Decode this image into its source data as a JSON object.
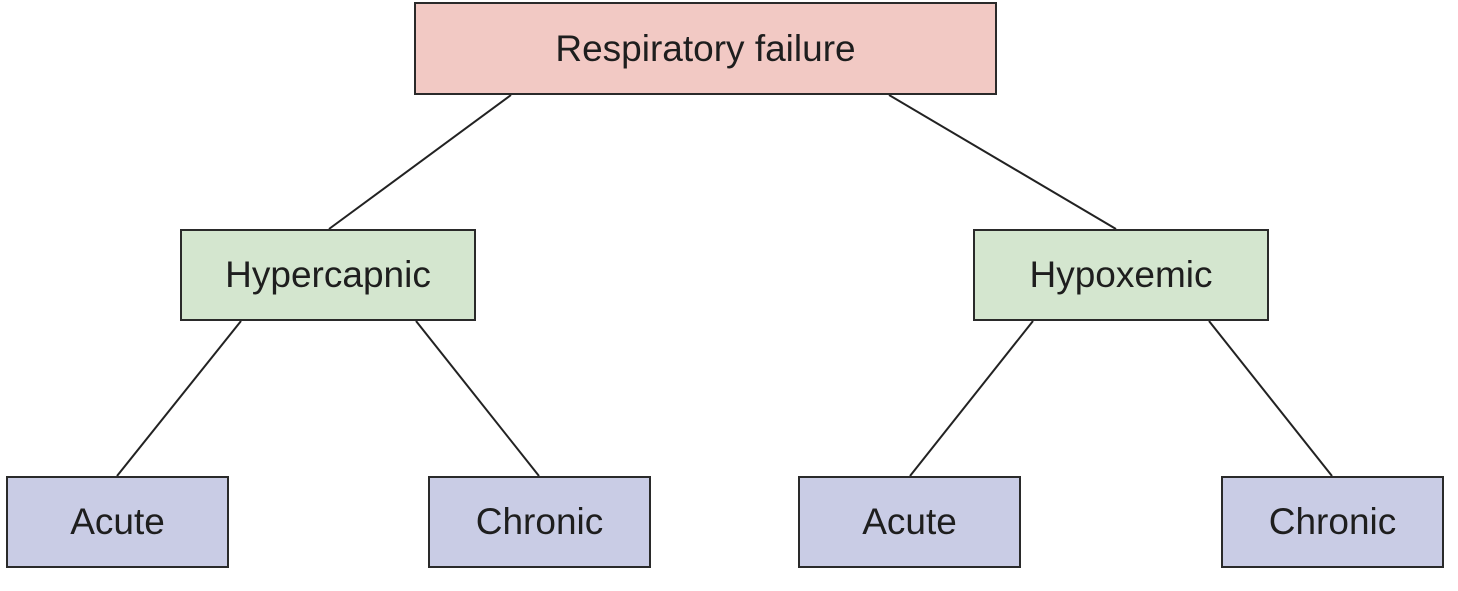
{
  "colors": {
    "root_fill": "#f2c9c4",
    "mid_fill": "#d4e6cf",
    "leaf_fill": "#c9cce5",
    "border": "#2a2a2a",
    "line": "#222222"
  },
  "diagram": {
    "root": {
      "label": "Respiratory failure"
    },
    "branches": [
      {
        "label": "Hypercapnic",
        "children": [
          {
            "label": "Acute"
          },
          {
            "label": "Chronic"
          }
        ]
      },
      {
        "label": "Hypoxemic",
        "children": [
          {
            "label": "Acute"
          },
          {
            "label": "Chronic"
          }
        ]
      }
    ]
  }
}
